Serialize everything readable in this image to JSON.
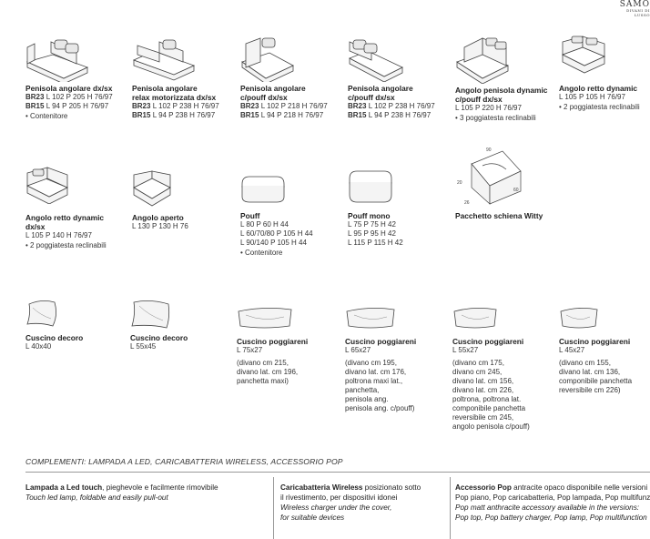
{
  "logo": {
    "brand": "SAMO",
    "sub": "DIVANI DI LUSSO"
  },
  "row1": [
    {
      "name": [
        "Penisola angolare dx/sx"
      ],
      "dims": [
        [
          "BR23",
          "L 102 P 205 H 76/97"
        ],
        [
          "BR15",
          "L 94 P 205 H 76/97"
        ]
      ],
      "notes": [
        "• Contenitore"
      ]
    },
    {
      "name": [
        "Penisola angolare",
        "relax motorizzata dx/sx"
      ],
      "dims": [
        [
          "BR23",
          "L 102 P 238 H 76/97"
        ],
        [
          "BR15",
          "L 94 P 238 H 76/97"
        ]
      ],
      "notes": []
    },
    {
      "name": [
        "Penisola angolare",
        "c/pouff dx/sx"
      ],
      "dims": [
        [
          "BR23",
          "L 102 P 218 H 76/97"
        ],
        [
          "BR15",
          "L 94 P 218 H 76/97"
        ]
      ],
      "notes": []
    },
    {
      "name": [
        "Penisola angolare",
        "c/pouff dx/sx"
      ],
      "dims": [
        [
          "BR23",
          "L 102 P 238 H 76/97"
        ],
        [
          "BR15",
          "L 94 P 238 H 76/97"
        ]
      ],
      "notes": []
    },
    {
      "name": [
        "Angolo penisola dynamic",
        "c/pouff dx/sx"
      ],
      "dims": [
        [
          "",
          "L 105 P 220 H 76/97"
        ]
      ],
      "notes": [
        "• 3 poggiatesta reclinabili"
      ]
    },
    {
      "name": [
        "Angolo retto dynamic"
      ],
      "dims": [
        [
          "",
          "L 105 P 105 H 76/97"
        ]
      ],
      "notes": [
        "• 2 poggiatesta reclinabili"
      ]
    }
  ],
  "row2": [
    {
      "name": [
        "Angolo retto dynamic",
        "dx/sx"
      ],
      "dims": [
        "L 105 P 140 H 76/97"
      ],
      "notes": [
        "• 2 poggiatesta reclinabili"
      ]
    },
    {
      "name": [
        "Angolo aperto"
      ],
      "dims": [
        "L 130 P 130 H 76"
      ],
      "notes": []
    },
    {
      "name": [
        "Pouff"
      ],
      "dims": [
        "L 80 P 60 H 44",
        "L 60/70/80 P 105 H 44",
        "L 90/140 P 105 H 44"
      ],
      "notes": [
        "• Contenitore"
      ]
    },
    {
      "name": [
        "Pouff mono"
      ],
      "dims": [
        "L 75 P 75 H 42",
        "L 95 P 95 H 42",
        "L 115 P 115 H 42"
      ],
      "notes": []
    },
    {
      "name": [
        "Pacchetto schiena Witty"
      ],
      "dims": [],
      "notes": [],
      "diagram_labels": [
        "90",
        "60",
        "26",
        "20"
      ]
    }
  ],
  "row3": [
    {
      "name": "Cuscino decoro",
      "size": "L 40x40",
      "desc": []
    },
    {
      "name": "Cuscino decoro",
      "size": "L 55x45",
      "desc": []
    },
    {
      "name": "Cuscino poggiareni",
      "size": "L 75x27",
      "desc": [
        "(divano cm 215,",
        "divano lat. cm 196,",
        "panchetta maxi)"
      ]
    },
    {
      "name": "Cuscino poggiareni",
      "size": "L 65x27",
      "desc": [
        "(divano cm 195,",
        "divano lat. cm 176,",
        "poltrona maxi lat.,",
        "panchetta,",
        "penisola ang.",
        "penisola ang. c/pouff)"
      ]
    },
    {
      "name": "Cuscino poggiareni",
      "size": "L 55x27",
      "desc": [
        "(divano cm 175,",
        "divano cm 245,",
        "divano lat. cm 156,",
        "divano lat. cm 226,",
        "poltrona, poltrona lat.",
        "componibile panchetta",
        "reversibile cm 245,",
        "angolo penisola c/pouff)"
      ]
    },
    {
      "name": "Cuscino poggiareni",
      "size": "L 45x27",
      "desc": [
        "(divano cm 155,",
        "divano lat. cm 136,",
        "componibile panchetta",
        "reversibile cm 226)"
      ]
    }
  ],
  "complementi": {
    "title": "COMPLEMENTI: LAMPADA A LED, CARICABATTERIA WIRELESS, ACCESSORIO POP",
    "col1": {
      "bold": "Lampada a Led touch",
      "rest": ", pieghevole e facilmente rimovibile",
      "it": "Touch led lamp, foldable and easily pull-out"
    },
    "col2": {
      "bold": "Caricabatteria Wireless",
      "rest": " posizionato sotto",
      "line2": "il rivestimento, per dispositivi idonei",
      "it1": "Wireless charger under the cover,",
      "it2": "for suitable devices"
    },
    "col3": {
      "bold": "Accessorio Pop",
      "rest": " antracite opaco disponibile nelle versioni",
      "line2": "Pop piano, Pop caricabatteria, Pop lampada, Pop multifunzione",
      "it1": "Pop matt anthracite accessory available in the versions:",
      "it2": "Pop top, Pop battery charger, Pop lamp, Pop multifunction"
    }
  }
}
